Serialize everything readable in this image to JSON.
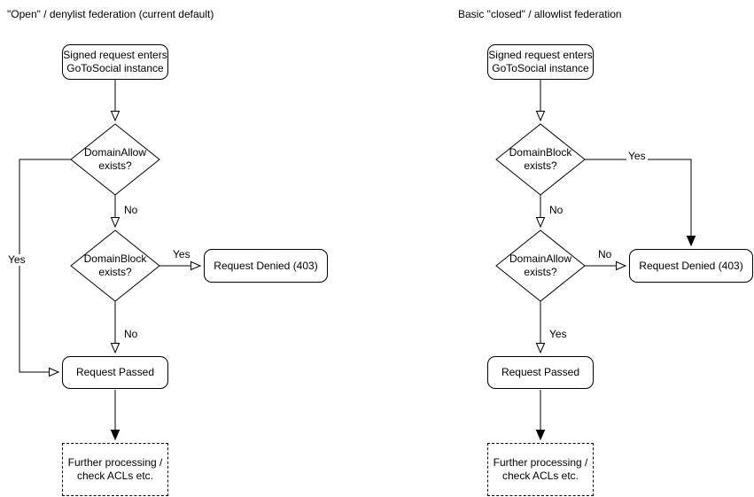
{
  "colors": {
    "stroke": "#000000",
    "shape_fill": "#ffffff",
    "text": "#000000"
  },
  "diagrams": [
    {
      "title": "\"Open\" / denylist federation (current default)",
      "start_line1": "Signed request enters",
      "start_line2": "GoToSocial instance",
      "decision1_line1": "DomainAllow",
      "decision1_line2": "exists?",
      "decision1_yes": "Yes",
      "decision1_no": "No",
      "decision2_line1": "DomainBlock",
      "decision2_line2": "exists?",
      "decision2_yes": "Yes",
      "decision2_no": "No",
      "denied_label": "Request Denied (403)",
      "passed_label": "Request Passed",
      "further_line1": "Further processing /",
      "further_line2": "check ACLs etc."
    },
    {
      "title": "Basic \"closed\" / allowlist federation",
      "start_line1": "Signed request enters",
      "start_line2": "GoToSocial instance",
      "decision1_line1": "DomainBlock",
      "decision1_line2": "exists?",
      "decision1_yes": "Yes",
      "decision1_no": "No",
      "decision2_line1": "DomainAllow",
      "decision2_line2": "exists?",
      "decision2_yes": "Yes",
      "decision2_no": "No",
      "denied_label": "Request Denied (403)",
      "passed_label": "Request Passed",
      "further_line1": "Further processing /",
      "further_line2": "check ACLs etc."
    }
  ]
}
